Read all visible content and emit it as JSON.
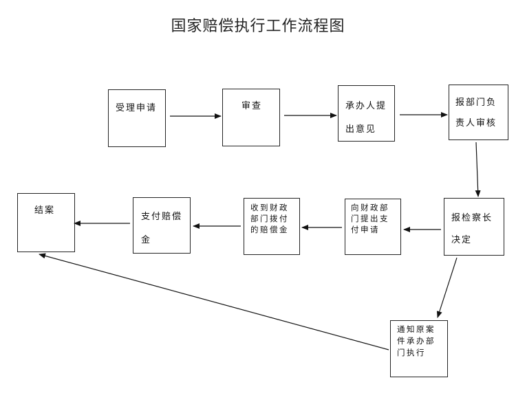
{
  "title": "国家赔偿执行工作流程图",
  "nodes": {
    "n1": [
      "受理申请"
    ],
    "n2": [
      "审查"
    ],
    "n3": [
      "承办人提",
      "出意见"
    ],
    "n4": [
      "报部门负",
      "责人审核"
    ],
    "n5": [
      "报检察长",
      "决定"
    ],
    "n6": [
      "向财政部",
      "门提出支",
      "付申请"
    ],
    "n7": [
      "收到财政",
      "部门拨付",
      "的赔偿金"
    ],
    "n8": [
      "支付赔偿",
      "金"
    ],
    "n9": [
      "结案"
    ],
    "n10": [
      "通知原案",
      "件承办部",
      "门执行"
    ]
  }
}
